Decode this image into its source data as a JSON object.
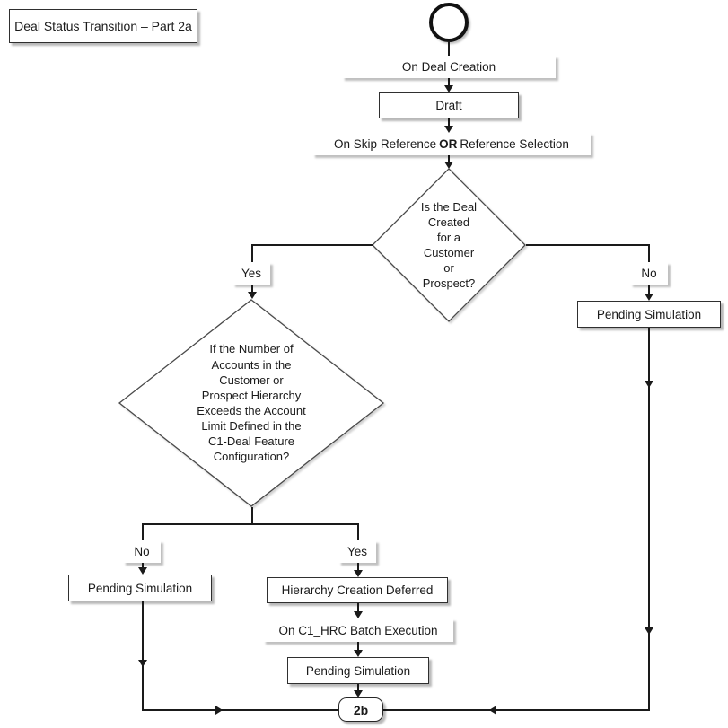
{
  "title": "Deal Status Transition – Part 2a",
  "nodes": {
    "on_deal_creation": "On Deal Creation",
    "draft": "Draft",
    "skip_reference": {
      "pre": "On Skip Reference",
      "bold": "OR",
      "post": "Reference Selection"
    },
    "diamond_customer_prospect": "Is the Deal\nCreated\nfor a\nCustomer\nor\nProspect?",
    "pending_simulation_right": "Pending Simulation",
    "diamond_account_limit": "If the Number of\nAccounts in the\nCustomer or\nProspect Hierarchy\nExceeds the Account\nLimit Defined in the\nC1-Deal Feature\nConfiguration?",
    "pending_simulation_left": "Pending Simulation",
    "hierarchy_creation_deferred": "Hierarchy Creation Deferred",
    "on_c1_hrc_batch_execution": "On C1_HRC Batch Execution",
    "pending_simulation_bottom": "Pending Simulation",
    "connector_2b": "2b"
  },
  "edge_labels": {
    "yes_customer": "Yes",
    "no_customer": "No",
    "no_limit": "No",
    "yes_limit": "Yes"
  },
  "colors": {
    "line": "#1a1a1a",
    "node_border": "#2f2f2f",
    "background": "#ffffff"
  }
}
